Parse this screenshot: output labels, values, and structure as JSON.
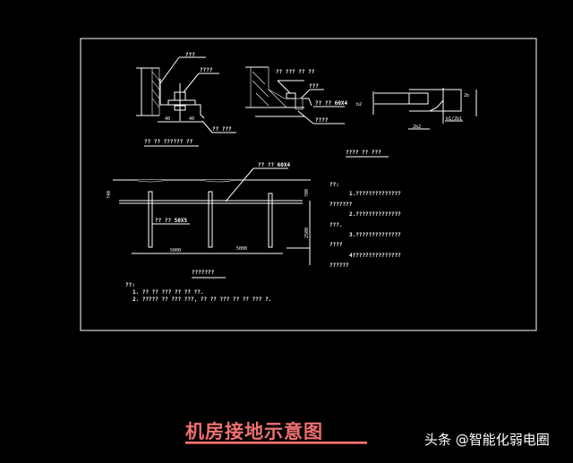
{
  "detail1": {
    "label_top": "???",
    "label_bolt": "????",
    "label_bar": "?? ???",
    "dim_left": "40",
    "dim_right": "40",
    "caption": "?? ?? ?????? ??"
  },
  "detail2": {
    "label_top": "?? ??? ?? ??",
    "label_bolt": "???",
    "label_bar": "?? ?? 60X4",
    "label_base": "????"
  },
  "detail3": {
    "dim_b2": "b2",
    "dim_2b2": "2b2",
    "dim_b1": "b1/2b1",
    "dim_right": "2b",
    "caption": "???? ?? ???"
  },
  "plan": {
    "label_bar": "?? ?? 60X4",
    "label_rod": "?? ?? 50X5",
    "dim_span1": "5000",
    "dim_span2": "5000",
    "dim_depth": "?00",
    "dim_rod": "2500",
    "dim_left": "?40",
    "caption": "???????",
    "notes_head": "??:",
    "notes": [
      "1. ?? ?? ??? ?? ?? ??.",
      "2. ????? ?? ??? ???, ?? ?? ??? ?? ?? ??? ?."
    ]
  },
  "notes_right": {
    "head": "??:",
    "lines": [
      "1.??????????????",
      "???????",
      "2.??????????????",
      "???.",
      "3.??????????????",
      "????",
      "4???????????????",
      "??????"
    ]
  },
  "title": "机房接地示意图",
  "watermark": "头条 @智能化弱电圈",
  "colors": {
    "title": "#f07070",
    "lines": "#ffffff",
    "background": "#000000"
  }
}
